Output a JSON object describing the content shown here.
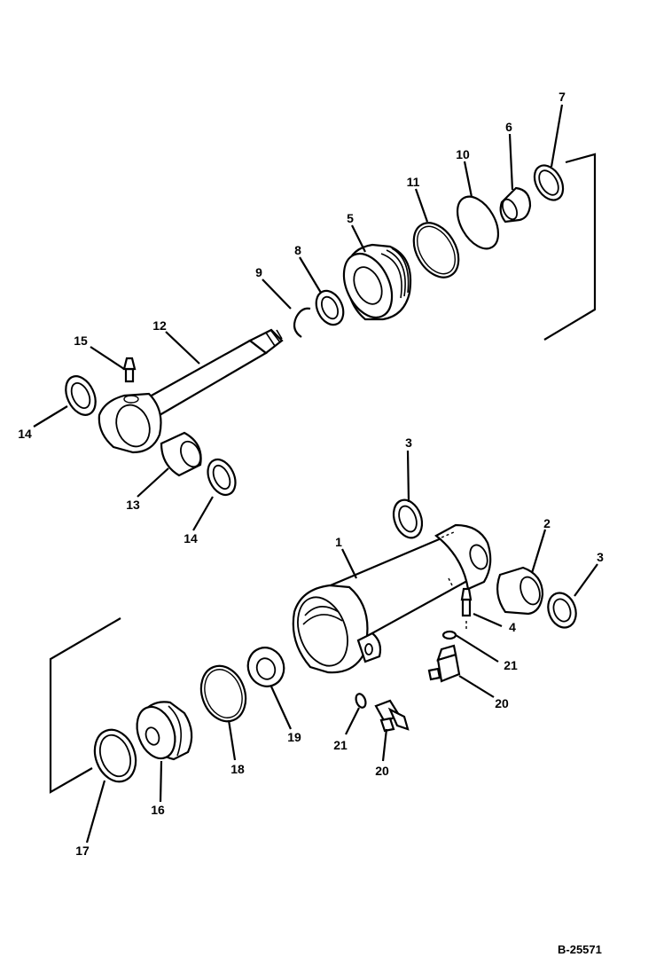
{
  "diagram": {
    "drawing_code": "B-25571",
    "callouts": [
      {
        "key": "c7",
        "label": "7"
      },
      {
        "key": "c6",
        "label": "6"
      },
      {
        "key": "c10",
        "label": "10"
      },
      {
        "key": "c11",
        "label": "11"
      },
      {
        "key": "c5",
        "label": "5"
      },
      {
        "key": "c8",
        "label": "8"
      },
      {
        "key": "c9",
        "label": "9"
      },
      {
        "key": "c12",
        "label": "12"
      },
      {
        "key": "c15",
        "label": "15"
      },
      {
        "key": "c14a",
        "label": "14"
      },
      {
        "key": "c13",
        "label": "13"
      },
      {
        "key": "c14b",
        "label": "14"
      },
      {
        "key": "c3a",
        "label": "3"
      },
      {
        "key": "c1",
        "label": "1"
      },
      {
        "key": "c2",
        "label": "2"
      },
      {
        "key": "c3b",
        "label": "3"
      },
      {
        "key": "c4",
        "label": "4"
      },
      {
        "key": "c21a",
        "label": "21"
      },
      {
        "key": "c20a",
        "label": "20"
      },
      {
        "key": "c19",
        "label": "19"
      },
      {
        "key": "c21b",
        "label": "21"
      },
      {
        "key": "c18",
        "label": "18"
      },
      {
        "key": "c20b",
        "label": "20"
      },
      {
        "key": "c16",
        "label": "16"
      },
      {
        "key": "c17",
        "label": "17"
      }
    ]
  }
}
